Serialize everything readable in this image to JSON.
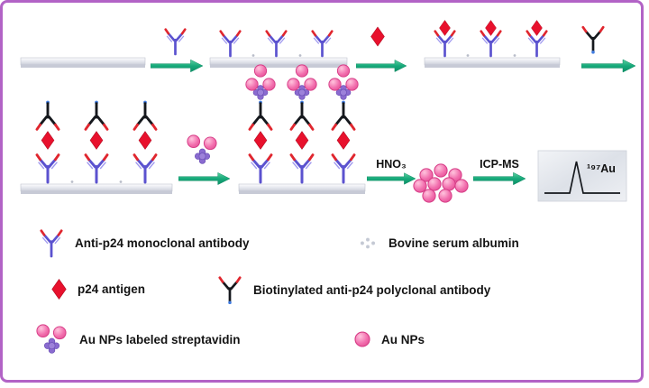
{
  "colors": {
    "border_purple": "#b263c6",
    "arrow_green": "#17a97a",
    "antibody_purple": "#5b52cf",
    "antibody_black": "#15181d",
    "antigen_red": "#e8112d",
    "aunp_pink": "#f26fae",
    "streptavidin_purple": "#8a6bd0"
  },
  "scheme": {
    "hno3_label": "HNO₃",
    "icpms_label": "ICP-MS",
    "peak_label": "¹⁹⁷Au"
  },
  "legend": {
    "items": [
      {
        "id": "anti-p24-monoclonal-antibody",
        "label": "Anti-p24 monoclonal antibody"
      },
      {
        "id": "bovine-serum-albumin",
        "label": "Bovine serum albumin"
      },
      {
        "id": "p24-antigen",
        "label": "p24 antigen"
      },
      {
        "id": "biotinylated-anti-p24-polyclonal-antibody",
        "label": "Biotinylated anti-p24 polyclonal antibody"
      },
      {
        "id": "au-nps-labeled-streptavidin",
        "label": "Au NPs labeled streptavidin"
      },
      {
        "id": "au-nps",
        "label": "Au NPs"
      }
    ]
  }
}
